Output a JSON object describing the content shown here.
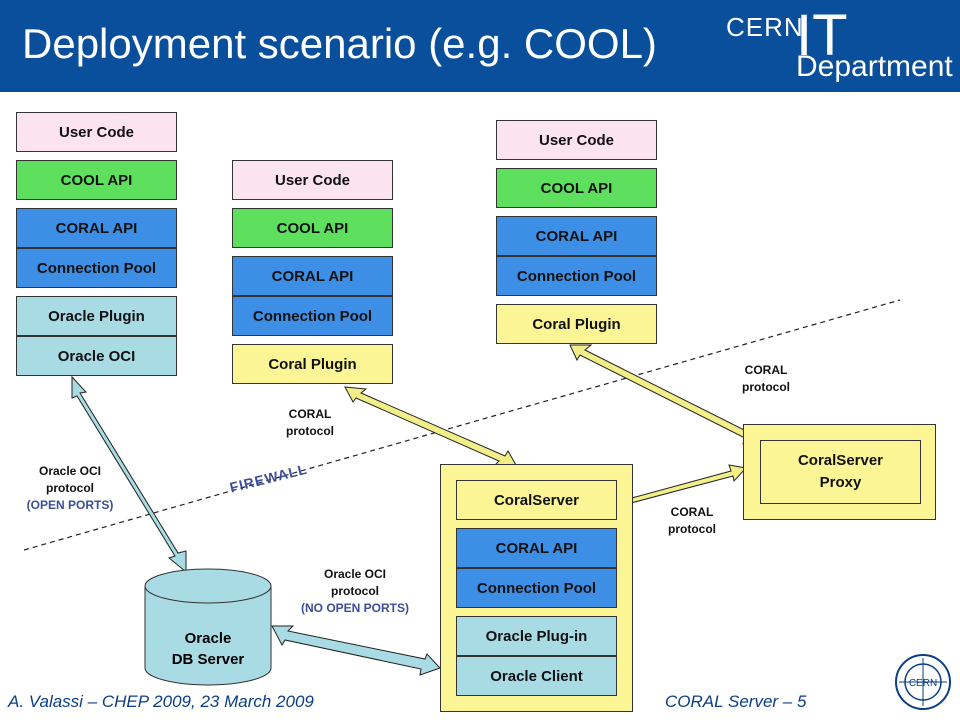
{
  "header": {
    "title": "Deployment scenario (e.g. COOL)"
  },
  "logo": {
    "cern": "CERN",
    "it": "IT",
    "department": "Department"
  },
  "stacks": {
    "left": [
      "User Code",
      "COOL API",
      "CORAL API",
      "Connection Pool",
      "Oracle Plugin",
      "Oracle OCI"
    ],
    "middle": [
      "User Code",
      "COOL API",
      "CORAL API",
      "Connection Pool",
      "Coral Plugin"
    ],
    "right": [
      "User Code",
      "COOL API",
      "CORAL API",
      "Connection Pool",
      "Coral Plugin"
    ]
  },
  "server": {
    "coralserver": "CoralServer",
    "coral_api": "CORAL API",
    "connection_pool": "Connection Pool",
    "oracle_plugin": "Oracle Plug-in",
    "oracle_client": "Oracle Client"
  },
  "proxy": {
    "line1": "CoralServer",
    "line2": "Proxy"
  },
  "db": {
    "line1": "Oracle",
    "line2": "DB Server"
  },
  "labels": {
    "oci_open": {
      "line1": "Oracle OCI",
      "line2": "protocol",
      "line3": "(OPEN PORTS)"
    },
    "oci_noopen": {
      "line1": "Oracle OCI",
      "line2": "protocol",
      "line3": "(NO OPEN PORTS)"
    },
    "coral_mid": {
      "line1": "CORAL",
      "line2": "protocol"
    },
    "coral_right": {
      "line1": "CORAL",
      "line2": "protocol"
    },
    "coral_server": {
      "line1": "CORAL",
      "line2": "protocol"
    },
    "firewall": "FIREWALL"
  },
  "footer": {
    "left": "A. Valassi – CHEP 2009, 23 March 2009",
    "right": "CORAL Server – 5"
  },
  "colors": {
    "header": "#0a4f9c",
    "user_code": "#fbe3ef",
    "cool_api": "#5ee05e",
    "coral_api": "#3d8fe6",
    "oracle": "#a9dbe5",
    "plugin": "#fbf596",
    "arrow_oci": "#a9dbe5",
    "arrow_coral": "#f2ee88"
  }
}
